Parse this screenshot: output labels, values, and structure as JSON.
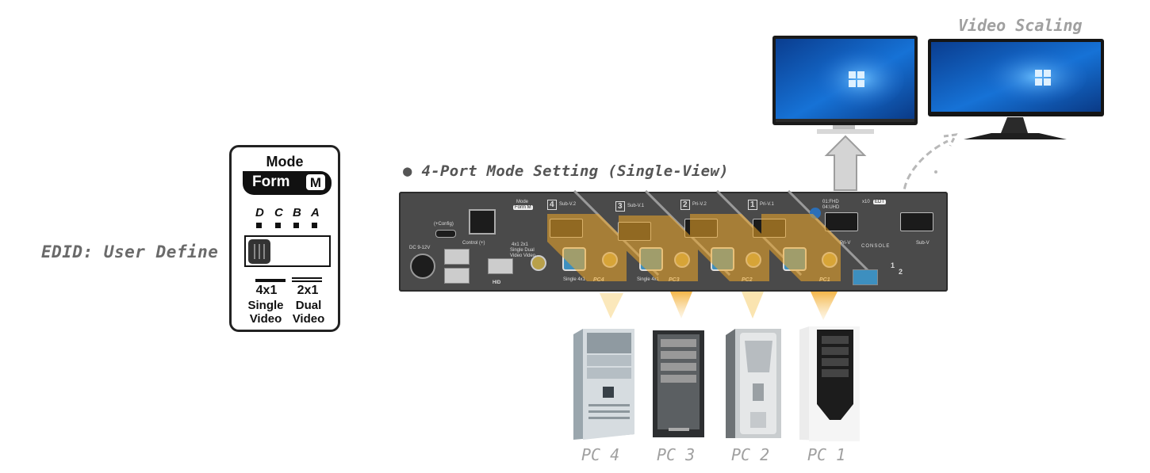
{
  "labels": {
    "edid": "EDID: User Define",
    "heading": "4-Port Mode Setting (Single-View)",
    "video_scaling": "Video Scaling"
  },
  "mode_card": {
    "title": "Mode",
    "form_text": "Form",
    "form_badge": "M",
    "dip_letters": [
      "D",
      "C",
      "B",
      "A"
    ],
    "option_left": {
      "ratio": "4x1",
      "line1": "Single",
      "line2": "Video"
    },
    "option_right": {
      "ratio": "2x1",
      "line1": "Dual",
      "line2": "Video"
    }
  },
  "kvm": {
    "dc": "DC 9-12V",
    "config": "(+Config)",
    "control": "Control (+)",
    "mode": "Mode",
    "form": "Form M",
    "single_dual": "Single Dual",
    "video_video": "Video Video",
    "ratio": "4x1 2x1",
    "port4": "Sub-V.2",
    "port3": "Sub-V.1",
    "port2": "Pri-V.2",
    "port1": "Pri-V.1",
    "single4": "Single 4x1",
    "single3": "Single 4x1",
    "pc4": "PC4",
    "pc3": "PC3",
    "pc2": "PC2",
    "pc1": "PC1",
    "edid_tag": "01:FHD",
    "edid_tag2": "04:UHD",
    "x10": "x10",
    "console": "CONSOLE",
    "priv": "Pri-V",
    "subv": "Sub-V",
    "hid": "HID",
    "kvm_num_4": "4",
    "kvm_num_3": "3",
    "kvm_num_2": "2",
    "kvm_num_1": "1",
    "kvm_num_console_1": "1",
    "kvm_num_console_2": "2",
    "edt": "EDT"
  },
  "pcs": [
    "PC 4",
    "PC 3",
    "PC 2",
    "PC 1"
  ],
  "colors": {
    "accent_orange": "#f2a928",
    "label_gray": "#a0a0a0",
    "kvm_body": "#4a4a4a"
  }
}
